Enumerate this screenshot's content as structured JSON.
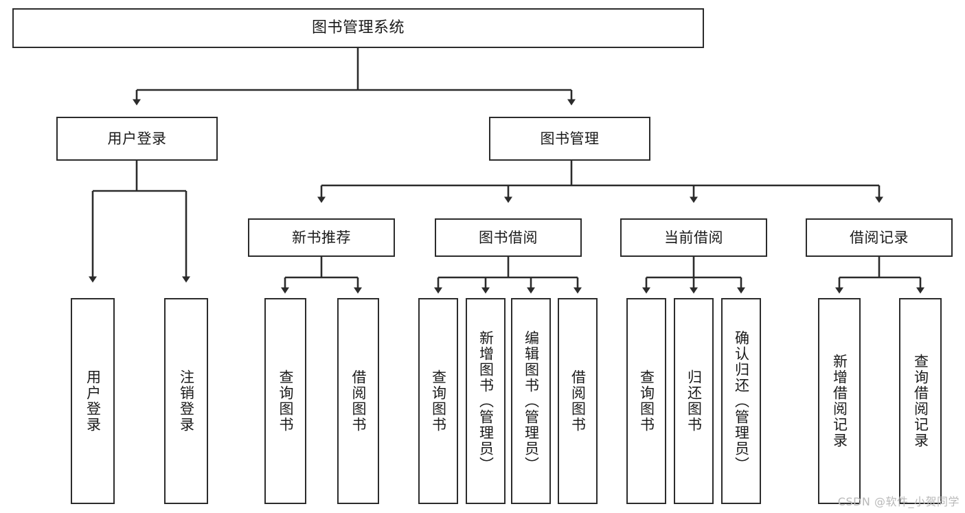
{
  "diagram": {
    "title": "图书管理系统",
    "type": "tree-hierarchy-diagram",
    "colors": {
      "box_border": "#2b2b2b",
      "box_fill": "#ffffff",
      "connector": "#2b2b2b",
      "text": "#1a1a1a",
      "watermark": "#b9b9b9",
      "background": "#ffffff"
    }
  },
  "root": {
    "label": "图书管理系统"
  },
  "level2": [
    {
      "label": "用户登录"
    },
    {
      "label": "图书管理"
    }
  ],
  "level3": [
    {
      "label": "新书推荐"
    },
    {
      "label": "图书借阅"
    },
    {
      "label": "当前借阅"
    },
    {
      "label": "借阅记录"
    }
  ],
  "leaves": {
    "user_login": [
      {
        "label": "用户登录"
      },
      {
        "label": "注销登录"
      }
    ],
    "new_book_recommend": [
      {
        "label": "查询图书"
      },
      {
        "label": "借阅图书"
      }
    ],
    "book_borrow": [
      {
        "label": "查询图书"
      },
      {
        "label": "新增图书（管理员）"
      },
      {
        "label": "编辑图书（管理员）"
      },
      {
        "label": "借阅图书"
      }
    ],
    "current_borrow": [
      {
        "label": "查询图书"
      },
      {
        "label": "归还图书"
      },
      {
        "label": "确认归还（管理员）"
      }
    ],
    "borrow_record": [
      {
        "label": "新增借阅记录"
      },
      {
        "label": "查询借阅记录"
      }
    ]
  },
  "watermark": {
    "text": "CSDN @软件_小贺同学"
  }
}
